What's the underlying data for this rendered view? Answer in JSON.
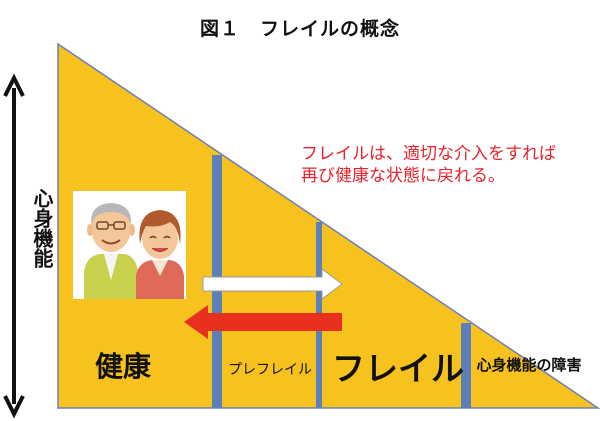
{
  "title": "図１　フレイルの概念",
  "axis_label": "心身機能",
  "annotation": {
    "line1": "フレイルは、適切な介入をすれば",
    "line2": "再び健康な状態に戻れる。"
  },
  "stages": {
    "health": "健康",
    "prefrail": "プレフレイル",
    "frail": "フレイル",
    "disorder": "心身機能の障害"
  },
  "colors": {
    "triangle_fill": "#f7c11e",
    "triangle_stroke": "#6c7fb6",
    "divider": "#5b7fb8",
    "arrow_white": "#ffffff",
    "arrow_red": "#e8301f",
    "annotation_text": "#e8232c"
  },
  "image": {
    "description_icon": "elderly-couple-illustration"
  }
}
